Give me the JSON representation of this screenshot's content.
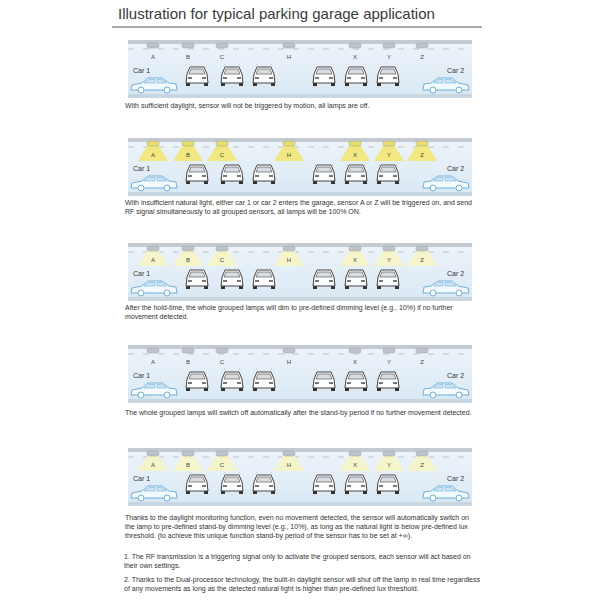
{
  "diagram": {
    "title": "Illustration for typical parking garage application",
    "labels": [
      "A",
      "B",
      "C",
      "H",
      "X",
      "Y",
      "Z",
      "Car 1",
      "Car 2",
      "With sufficient daylight, sensor will not be triggered by motion, all lamps are off.",
      "A",
      "B",
      "C",
      "H",
      "X",
      "Y",
      "Z",
      "Car 1",
      "Car 2",
      "With insufficient natural light, either car 1 or car 2 enters the garage, sensor A or Z will be triggered on, and send RF signal simultaneously to all grouped sensors, all lamps will be 100% ON.",
      "A",
      "B",
      "C",
      "H",
      "X",
      "Y",
      "Z",
      "Car 1",
      "Car 2",
      "After the hold-time, the whole grouped lamps will dim to pre-defined dimming level (e.g., 10%) if no further movement detected.",
      "A",
      "B",
      "C",
      "H",
      "X",
      "Y",
      "Z",
      "Car 1",
      "Car 2",
      "The whole grouped lamps will switch off automatically after the stand-by period if no further movement detected.",
      "A",
      "B",
      "C",
      "H",
      "X",
      "Y",
      "Z",
      "Car 1",
      "Car 2",
      "Thanks to the daylight monitoring function, even no movement detected, the sensor will automatically switch on the lamp to pre-defined stand-by dimming level (e.g., 10%), as long as the natural light is below pre-defined lux threshold. (to achieve this unique function stand-by period of the sensor has to be set at +∞).",
      "1. The RF transmission is a triggering signal only to activate the grouped sensors, each sensor will act based on their own settings.",
      "2. Thanks to the Dual-processor technology, the built-in daylight sensor will shut off the lamp in real time regardless of any movements as long as the detected natural light is higher than pre-defined lux threshold."
    ]
  }
}
